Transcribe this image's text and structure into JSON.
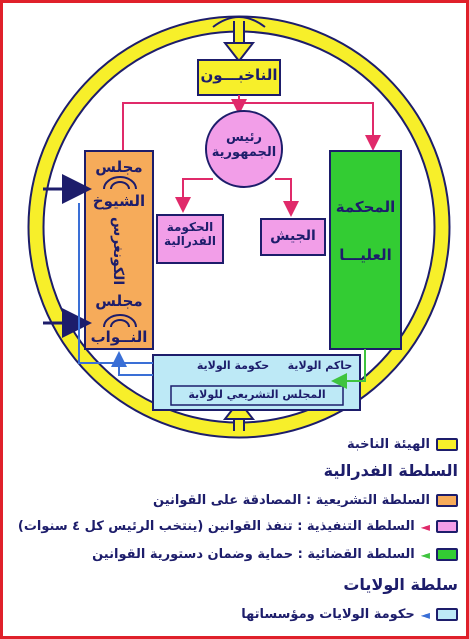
{
  "diagram": {
    "electorate": "الناخبـــون",
    "president": "رئيس الجمهورية",
    "federal_government": "الحكومة الفدرالية",
    "army": "الجيش",
    "supreme_court_line1": "المحكمة",
    "supreme_court_line2": "العليـــا",
    "senate_line1": "مجلس",
    "senate_line2": "الشيوخ",
    "congress": "الكونغرس",
    "house_line1": "مجلس",
    "house_line2": "النــواب",
    "state_governor": "حاكم الولاية",
    "state_government": "حكومة الولاية",
    "state_legislature": "المجلس التشريعي للولاية"
  },
  "legend": {
    "electoral_body": "الهيئة الناخبة",
    "federal_heading": "السلطة الفدرالية",
    "legislative": "السلطة التشريعية : المصادقة على القوانين",
    "executive": "السلطة التنفيذية : تنفذ القوانين (ينتخب الرئيس كل ٤ سنوات)",
    "judicial": "السلطة القضائية : حماية وضمان دستورية القوانين",
    "states_heading": "سلطة الولايات",
    "states": "حكومة الولايات ومؤسساتها"
  },
  "colors": {
    "yellow": "#f7ef2a",
    "orange": "#f6ab5a",
    "pink": "#f29ee8",
    "green": "#33cc33",
    "light_blue": "#bde9f6",
    "frame": "#e0202a",
    "outline": "#1d1d6b",
    "pink_arrow": "#e02a6a",
    "green_arrow": "#3fc43f",
    "blue_arrow": "#3a6fd6"
  }
}
